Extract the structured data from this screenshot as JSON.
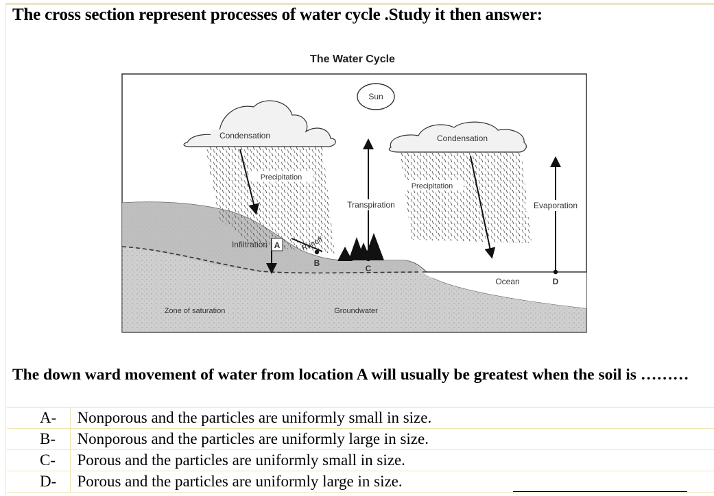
{
  "question_intro": "The cross section represent processes of water cycle .Study it then answer:",
  "diagram": {
    "title": "The Water Cycle",
    "labels": {
      "sun": "Sun",
      "condensation_left": "Condensation",
      "condensation_right": "Condensation",
      "precipitation_left": "Precipitation",
      "precipitation_right": "Precipitation",
      "transpiration": "Transpiration",
      "evaporation": "Evaporation",
      "runoff": "Runoff",
      "infiltration": "Infiltration",
      "point_a": "A",
      "point_b": "B",
      "point_c": "C",
      "point_d": "D",
      "ocean": "Ocean",
      "zone_of_saturation": "Zone of saturation",
      "groundwater": "Groundwater"
    }
  },
  "question": "The down ward movement of water from location A will usually be greatest when the soil is ………",
  "options": [
    {
      "letter": "A-",
      "text": "Nonporous and the particles are uniformly small in size."
    },
    {
      "letter": "B-",
      "text": "Nonporous and the particles are uniformly large in size."
    },
    {
      "letter": "C-",
      "text": "Porous and the particles are uniformly small in size."
    },
    {
      "letter": "D-",
      "text": "Porous and the particles are uniformly large in size."
    }
  ]
}
